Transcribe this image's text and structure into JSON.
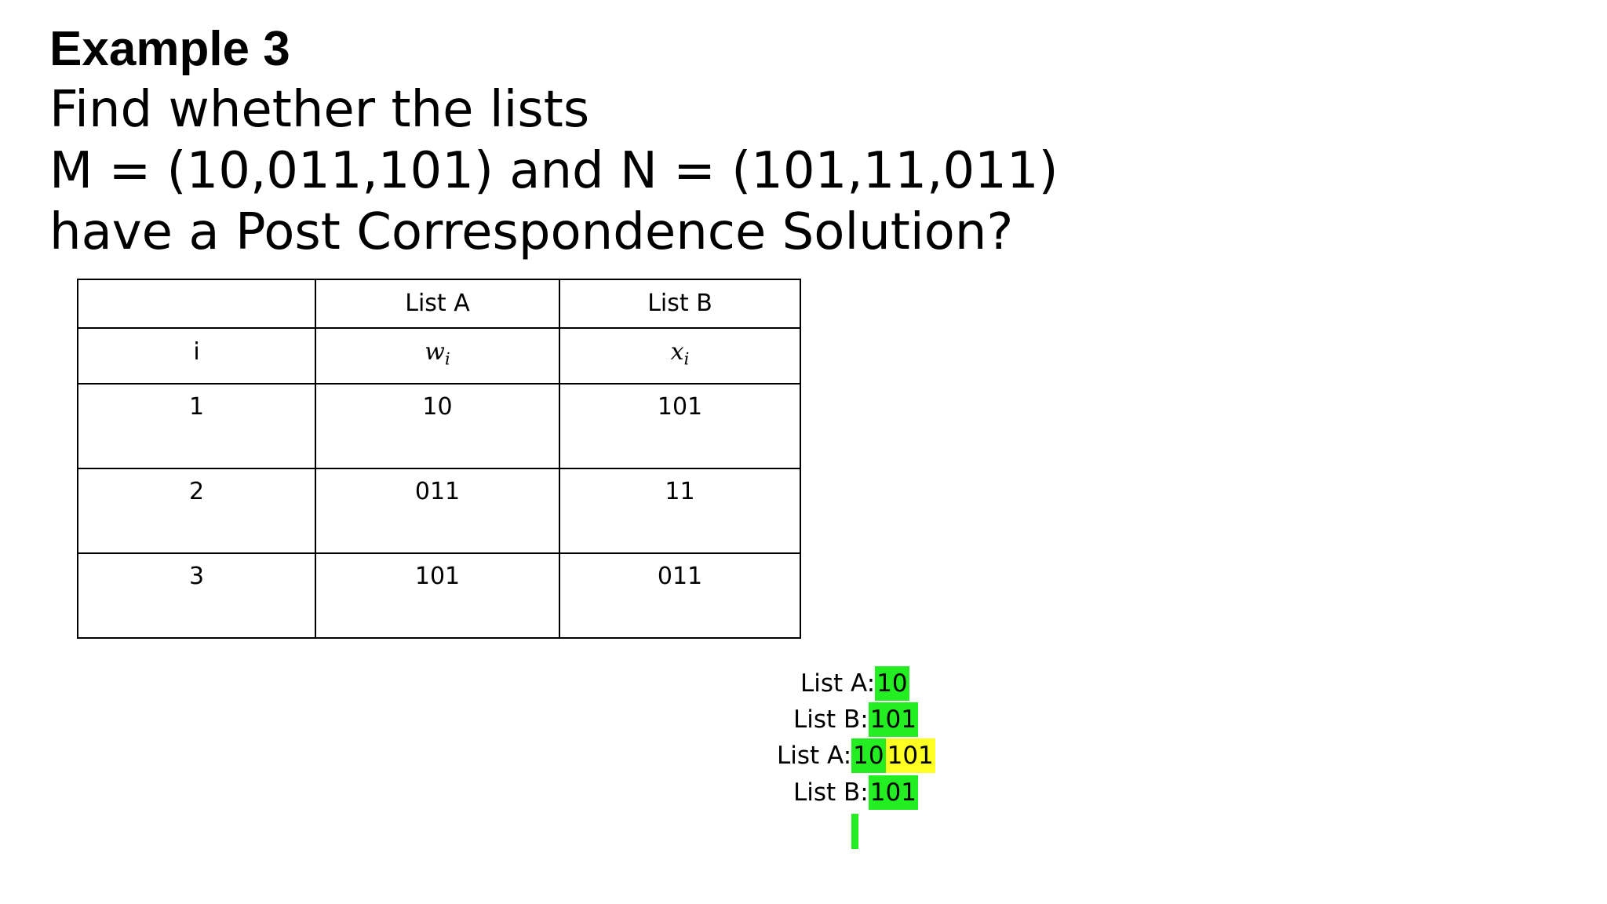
{
  "slide": {
    "title": "Example 3",
    "question_lines": [
      "Find whether the lists",
      "M = (10,011,101) and N = (101,11,011)",
      "have a Post Correspondence Solution?"
    ]
  },
  "table": {
    "header": [
      "",
      "List A",
      "List B"
    ],
    "symbols": {
      "index": "i",
      "list_a_var": "w",
      "list_a_sub": "i",
      "list_b_var": "x",
      "list_b_sub": "i"
    },
    "rows": [
      {
        "i": "1",
        "a": "10",
        "b": "101"
      },
      {
        "i": "2",
        "a": "011",
        "b": "11"
      },
      {
        "i": "3",
        "a": "101",
        "b": "011"
      }
    ]
  },
  "trace": [
    {
      "label": "List A:",
      "green": "10",
      "yellow": ""
    },
    {
      "label": "List B:",
      "green": "101",
      "yellow": ""
    },
    {
      "label": "List A:",
      "green": "10",
      "yellow": "101"
    },
    {
      "label": "List B:",
      "green": "101",
      "yellow": ""
    }
  ],
  "colors": {
    "highlight_green": "#22ee22",
    "highlight_yellow": "#ffff22"
  }
}
